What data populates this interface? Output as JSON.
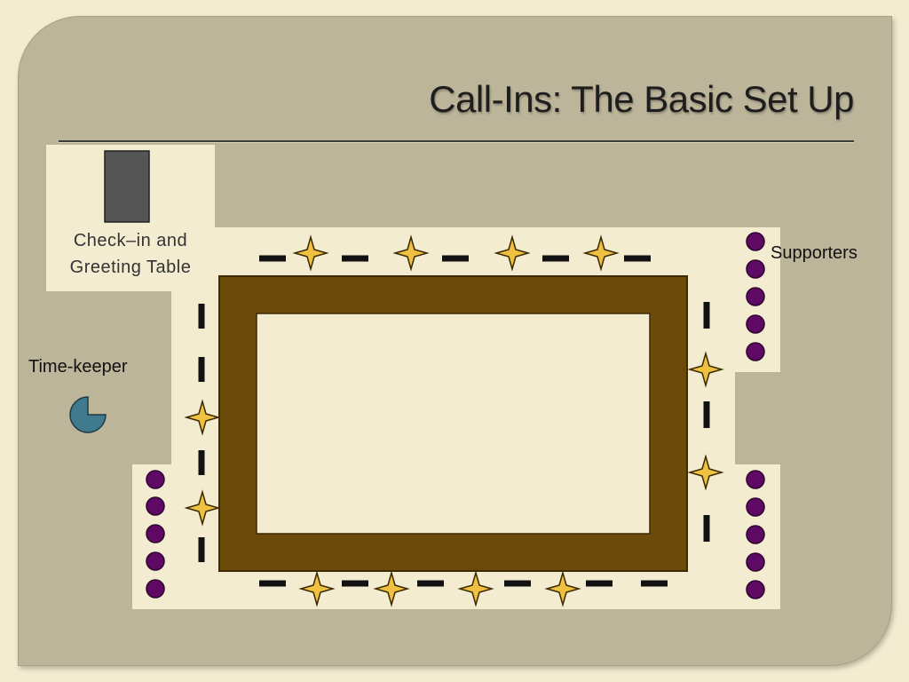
{
  "slide": {
    "title": "Call-Ins: The Basic Set Up"
  },
  "diagram": {
    "check_in_table_label_line1": "Check–in  and",
    "check_in_table_label_line2": "Greeting Table",
    "supporters_label": "Supporters",
    "timekeeper_label": "Time-keeper"
  },
  "colors": {
    "slide_bg": "#bdb59a",
    "page_bg": "#f4ecd0",
    "floor": "#f4ecd0",
    "frame": "#6b4a0a",
    "star": "#f0c040",
    "supporter_dot": "#5e0a64",
    "timekeeper": "#3f7a8e",
    "table": "#555555"
  },
  "icons": {
    "star": "four-point-star-icon",
    "supporter": "person-dot-icon",
    "timekeeper": "pie-clock-icon"
  }
}
